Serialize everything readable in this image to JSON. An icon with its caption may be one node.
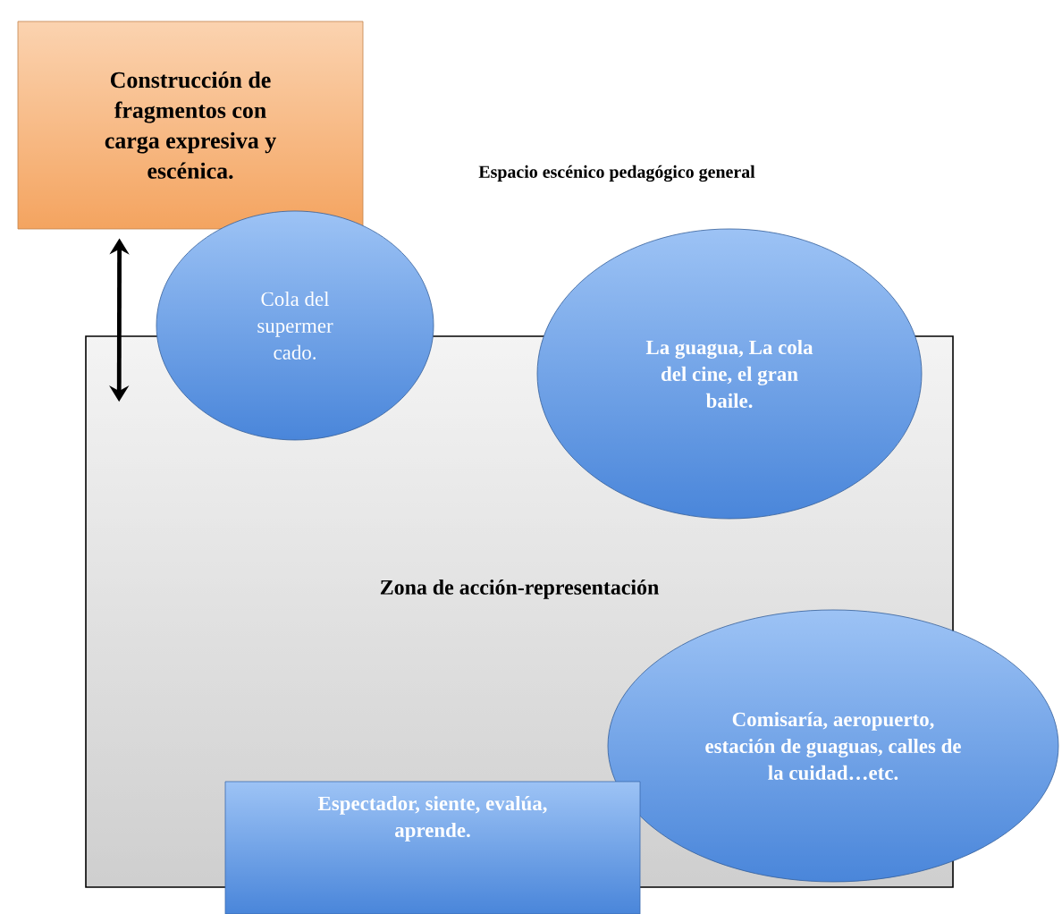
{
  "diagram": {
    "nodes": [
      {
        "text": [
          "Construcción  de fragmentos con carga expresiva y escénica."
        ]
      },
      {
        "text": [
          "Zona de acción-representación"
        ]
      },
      {
        "text": [
          "Cola del supermer cado."
        ]
      },
      {
        "text": [
          "La guagua, La cola del cine, el gran baile."
        ]
      },
      {
        "text": [
          "Comisaría, aeropuerto, estación de guaguas, calles de la cuidad…etc."
        ]
      },
      {
        "text": [
          "Espectador, siente, evalúa, aprende."
        ]
      }
    ],
    "edges": [
      {
        "from": 0,
        "to": 1,
        "arrow": "both"
      }
    ],
    "labels": [
      "Espacio escénico pedagógico general"
    ]
  }
}
